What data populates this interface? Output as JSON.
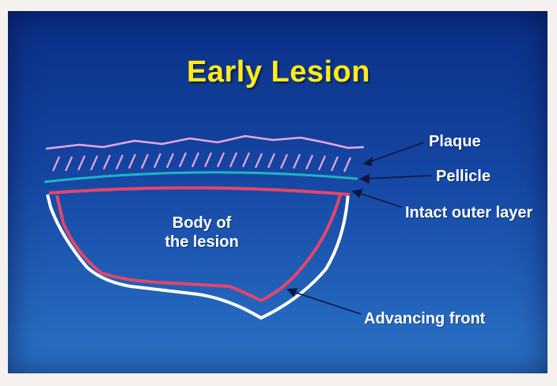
{
  "title": "Early Lesion",
  "labels": {
    "plaque": "Plaque",
    "pellicle": "Pellicle",
    "intact_outer_layer": "Intact outer layer",
    "body_line1": "Body of",
    "body_line2": "the lesion",
    "advancing_front": "Advancing front"
  },
  "colors": {
    "title": "#ffeb1a",
    "plaque": "#e7a8e0",
    "pellicle": "#21b3c4",
    "advancing_front": "#e2466c",
    "outer_layer": "#ffffff",
    "background_top": "#0a2f86",
    "background_bottom": "#2a74c8"
  }
}
